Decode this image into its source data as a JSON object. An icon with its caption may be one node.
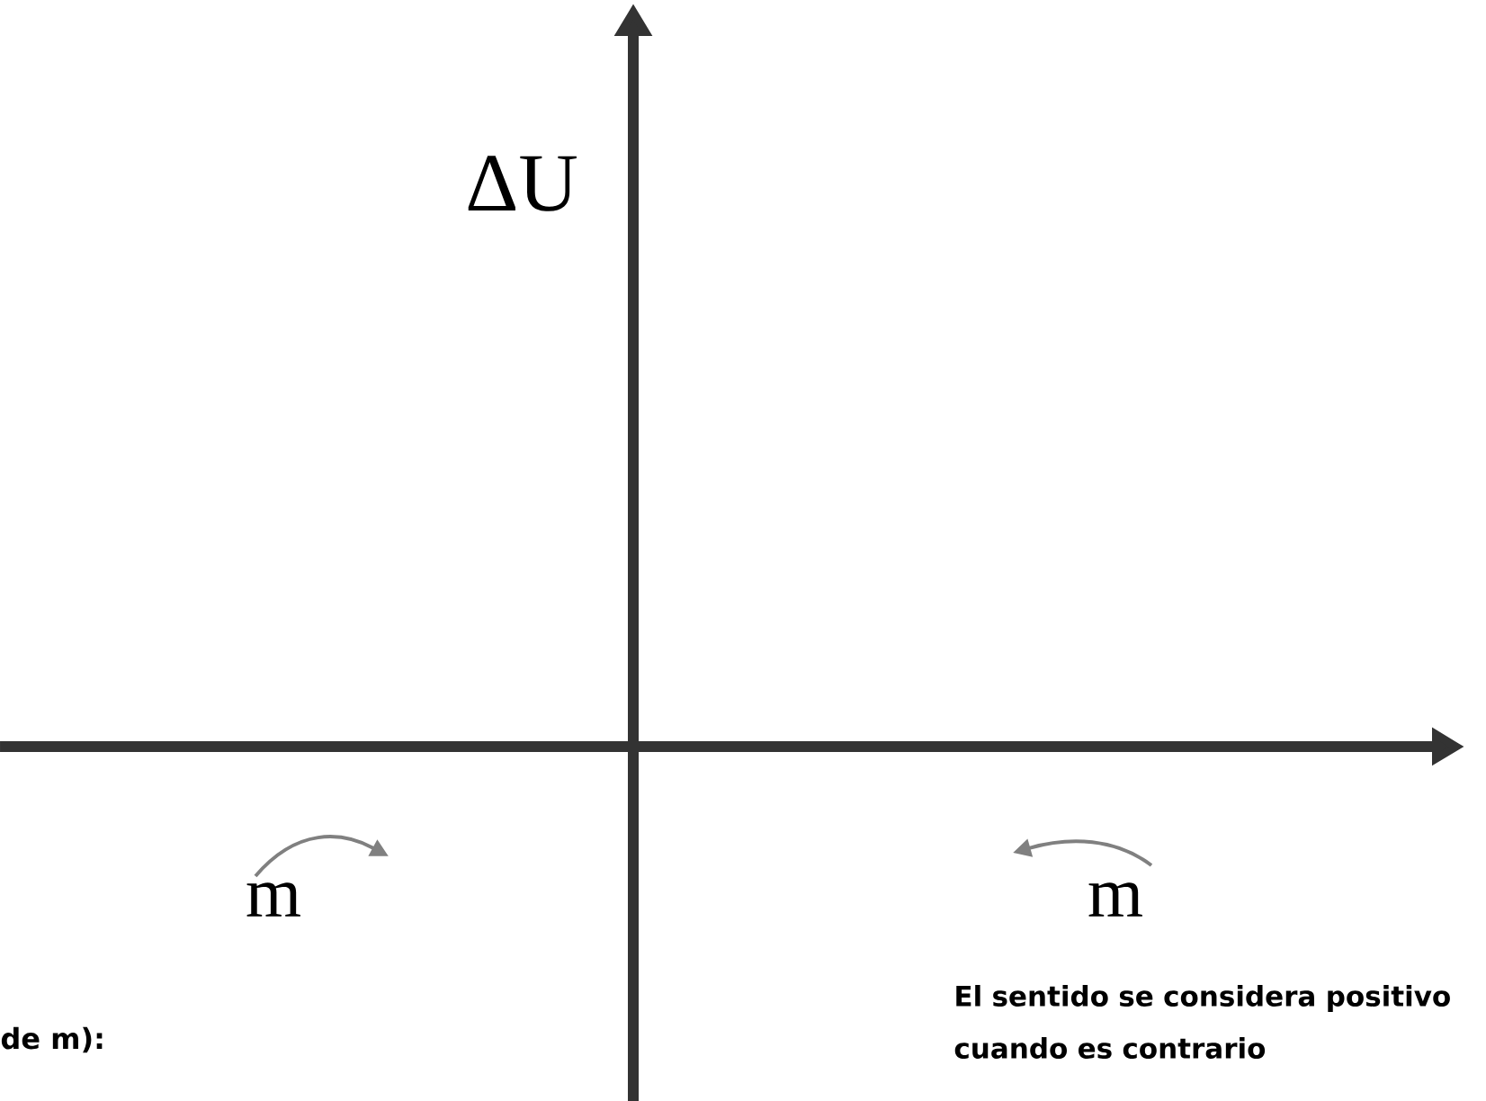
{
  "diagram": {
    "labels": [
      "ΔU",
      "m",
      "m",
      "de m):",
      "El sentido se considera positivo cuando es contrario"
    ]
  }
}
